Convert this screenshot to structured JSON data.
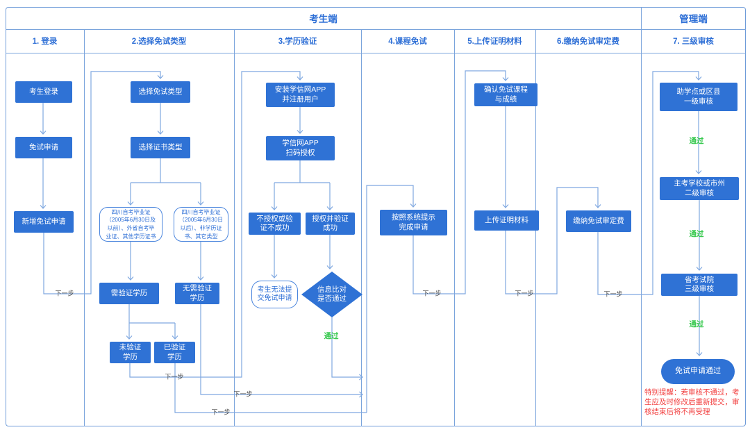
{
  "header": {
    "candidate_side": "考生端",
    "admin_side": "管理端"
  },
  "columns": [
    {
      "label": "1. 登录"
    },
    {
      "label": "2.选择免试类型"
    },
    {
      "label": "3.学历验证"
    },
    {
      "label": "4.课程免试"
    },
    {
      "label": "5.上传证明材料"
    },
    {
      "label": "6.缴纳免试审定费"
    },
    {
      "label": "7. 三级审核"
    }
  ],
  "nodes": {
    "candidate_login": "考生登录",
    "exemption_apply": "免试申请",
    "new_exemption_apply": "新增免试申请",
    "choose_exemption_type": "选择免试类型",
    "choose_cert_type": "选择证书类型",
    "cert_old": "四川自考毕业证\n（2005年6月30日及\n以前）、外省自考毕\n业证、其他学历证书",
    "cert_new": "四川自考毕业证\n（2005年6月30日\n以后）、非学历证\n书、其它类型",
    "need_verify": "需验证学历",
    "no_need_verify": "无需验证\n学历",
    "not_verified": "未验证\n学历",
    "verified": "已验证\n学历",
    "install_app": "安装学信网APP\n并注册用户",
    "scan_auth": "学信网APP\n扫码授权",
    "auth_fail": "不授权或验\n证不成功",
    "auth_success": "授权并验证\n成功",
    "cannot_submit": "考生无法提\n交免试申请",
    "info_check": "信息比对\n是否通过",
    "follow_prompts": "按照系统提示\n完成申请",
    "confirm_courses": "确认免试课程\n与成绩",
    "upload_materials": "上传证明材料",
    "pay_fee": "缴纳免试审定费",
    "level1_review": "助学点或区县\n一级审核",
    "level2_review": "主考学校或市州\n二级审核",
    "level3_review": "省考试院\n三级审核",
    "approved": "免试申请通过"
  },
  "edge_labels": {
    "next_step": "下一步",
    "pass": "通过"
  },
  "note": "特别提醒：若审核不通过，考生应及时修改后重新提交，审核结束后将不再受理",
  "colors": {
    "node_fill": "#2f72d5",
    "line": "#7fa8e0",
    "blue_text": "#2e6fd6",
    "pass_green": "#38c94f",
    "note_red": "#f23d3d"
  }
}
